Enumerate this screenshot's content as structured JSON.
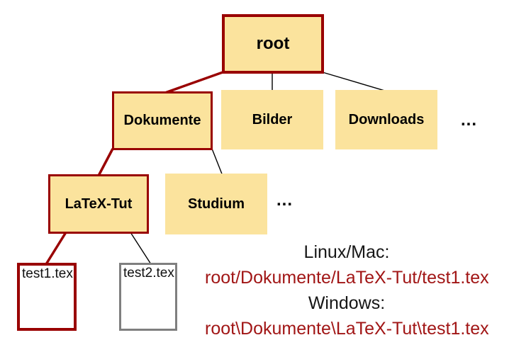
{
  "tree": {
    "root": {
      "label": "root",
      "highlighted": true,
      "children": [
        {
          "label": "Dokumente",
          "highlighted": true,
          "children": [
            {
              "label": "LaTeX-Tut",
              "highlighted": true,
              "children": [
                {
                  "label": "test1.tex",
                  "highlighted": true
                },
                {
                  "label": "test2.tex",
                  "highlighted": false
                }
              ]
            },
            {
              "label": "Studium",
              "highlighted": false
            },
            {
              "label": "..."
            }
          ]
        },
        {
          "label": "Bilder",
          "highlighted": false
        },
        {
          "label": "Downloads",
          "highlighted": false
        },
        {
          "label": "..."
        }
      ]
    }
  },
  "paths": {
    "linux_label": "Linux/Mac:",
    "linux_path": "root/Dokumente/LaTeX-Tut/test1.tex",
    "windows_label": "Windows:",
    "windows_path": "root\\Dokumente\\LaTeX-Tut\\test1.tex"
  },
  "colors": {
    "node_fill": "#fbe39d",
    "edge_red": "#990000",
    "edge_black": "#000000",
    "node_border_gray": "#7f7f7f",
    "path_text_red": "#a11616"
  }
}
